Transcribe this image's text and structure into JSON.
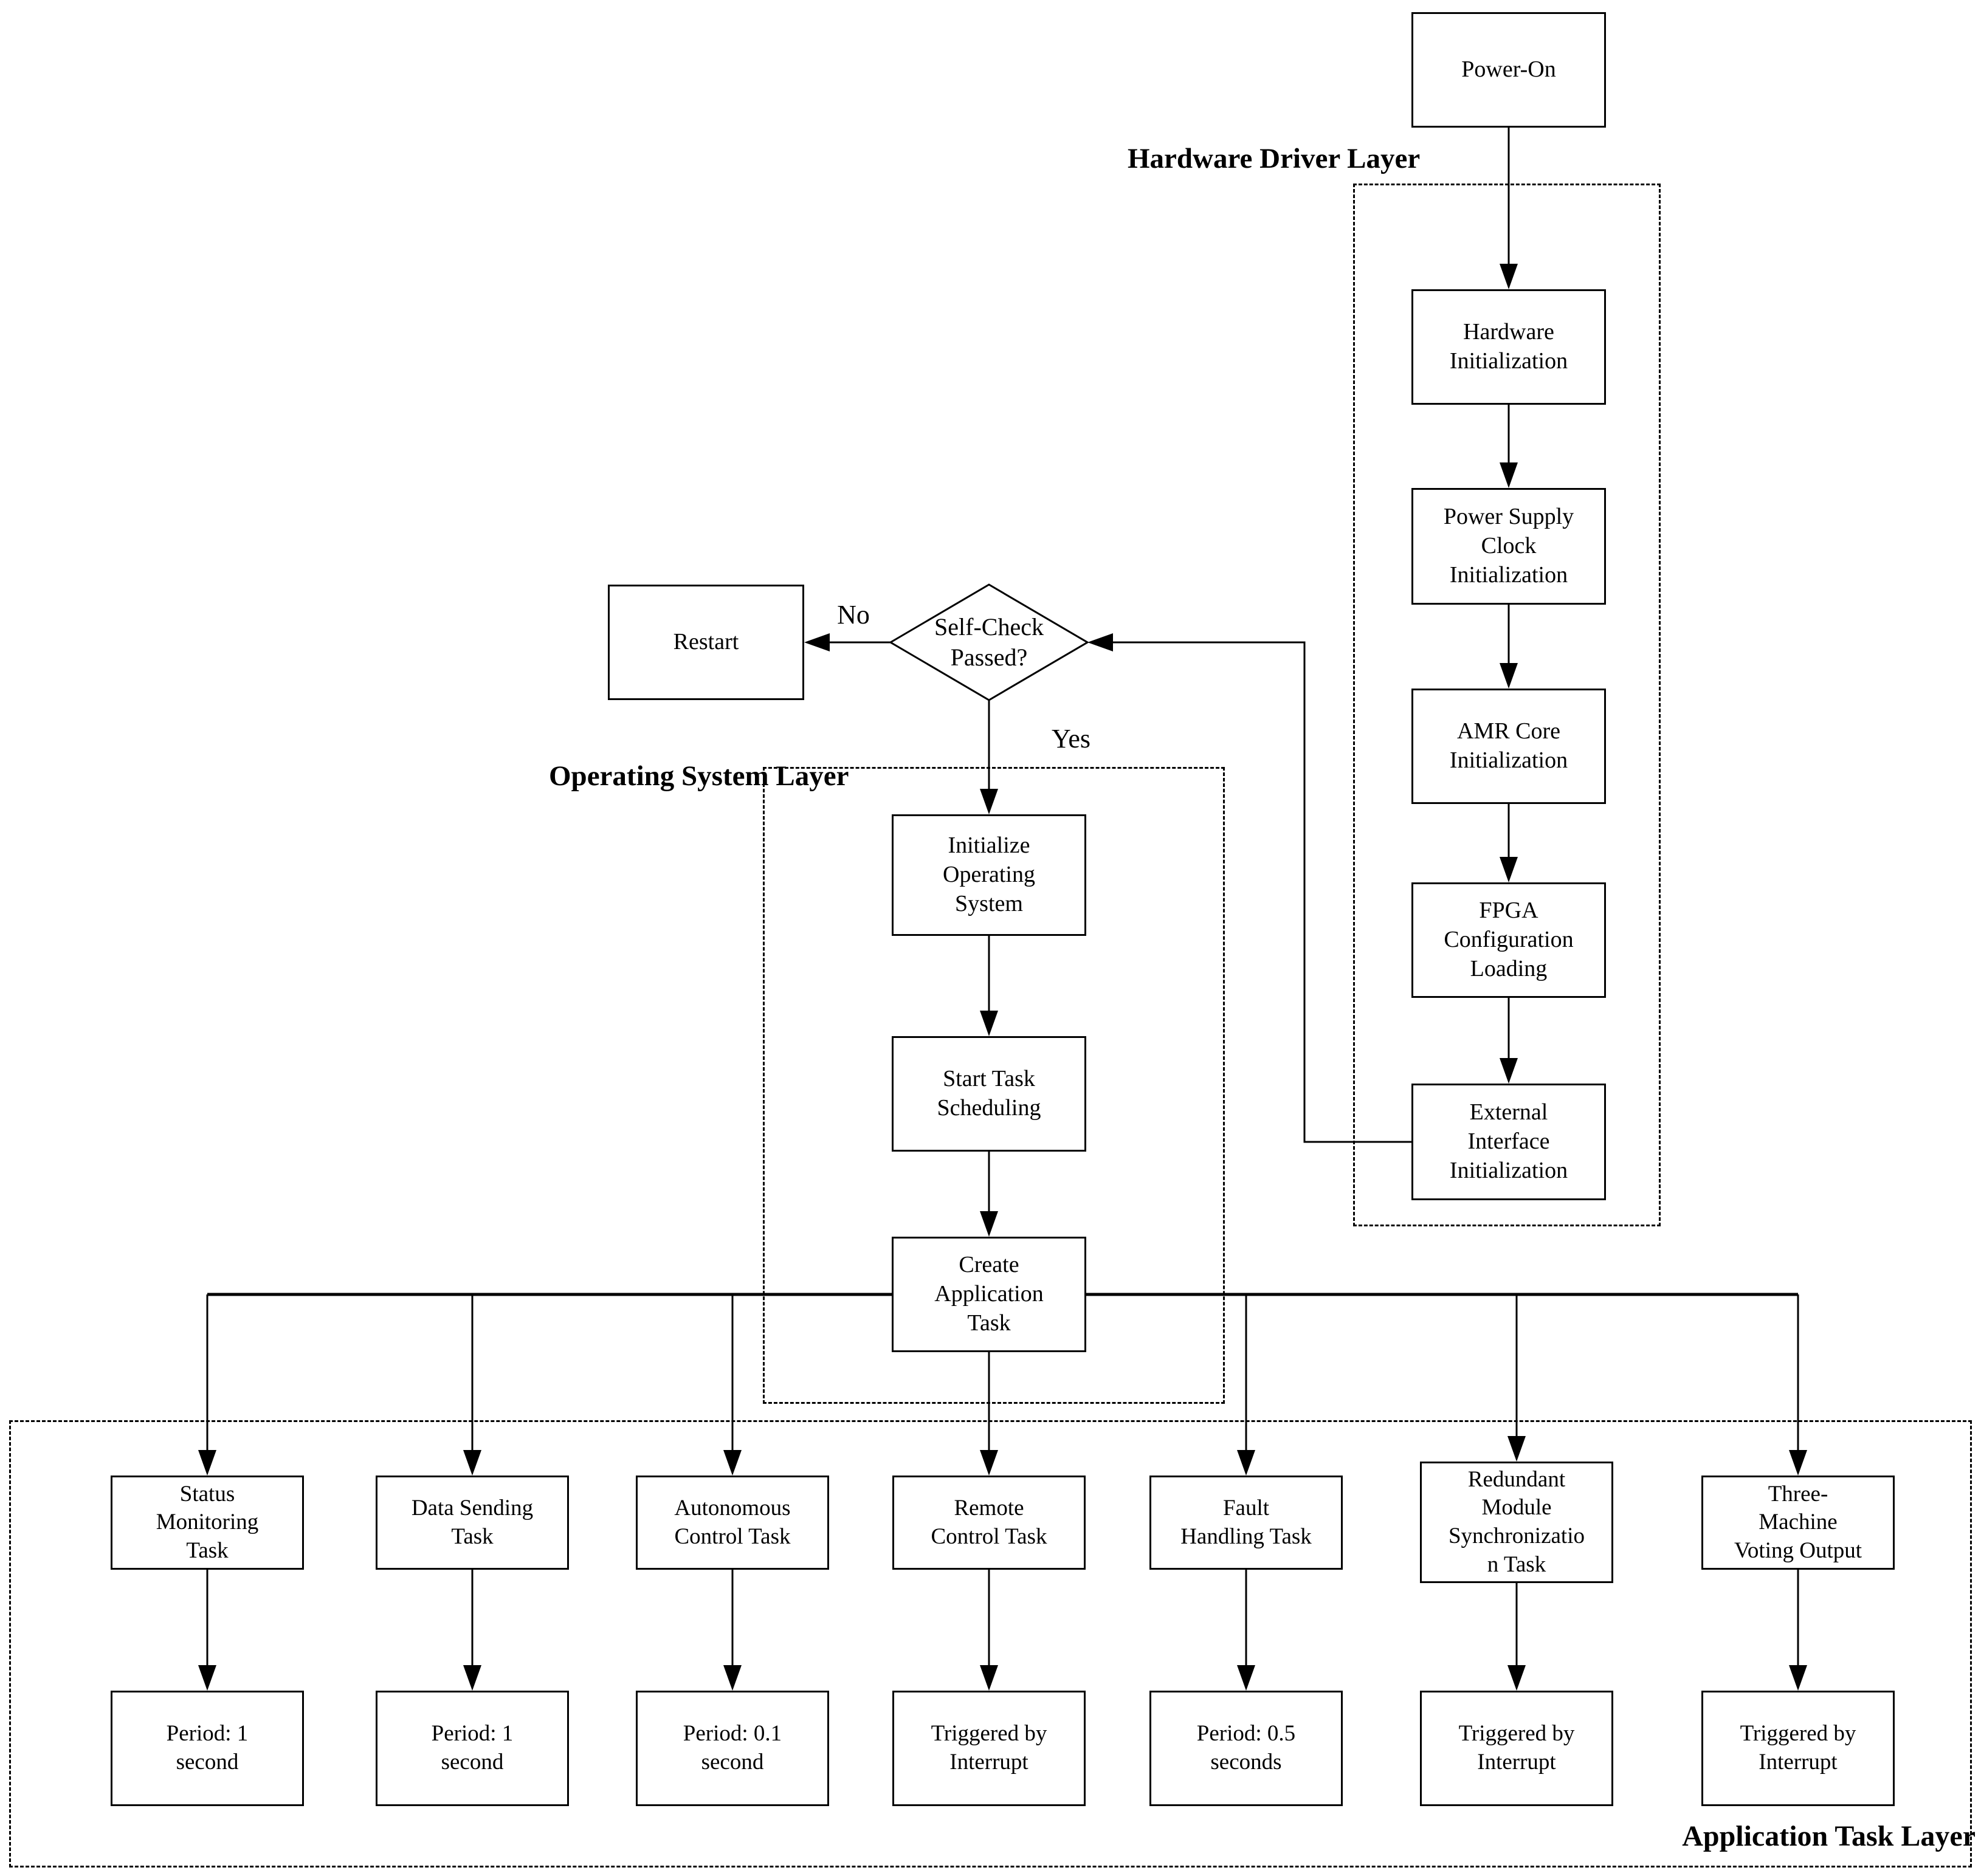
{
  "colors": {
    "line": "#000000",
    "background": "#ffffff",
    "text": "#000000"
  },
  "layers": {
    "hardware": {
      "label": "Hardware Driver Layer"
    },
    "os": {
      "label": "Operating System Layer"
    },
    "app": {
      "label": "Application Task Layer"
    }
  },
  "nodes": {
    "power_on": {
      "label": "Power-On"
    },
    "hardware_initialization": {
      "label": "Hardware\nInitialization"
    },
    "power_supply_clock_initialization": {
      "label": "Power Supply\nClock\nInitialization"
    },
    "amr_core_initialization": {
      "label": "AMR Core\nInitialization"
    },
    "fpga_configuration_loading": {
      "label": "FPGA\nConfiguration\nLoading"
    },
    "external_interface_initialization": {
      "label": "External\nInterface\nInitialization"
    },
    "restart": {
      "label": "Restart"
    },
    "initialize_operating_system": {
      "label": "Initialize\nOperating\nSystem"
    },
    "start_task_scheduling": {
      "label": "Start Task\nScheduling"
    },
    "create_application_task": {
      "label": "Create\nApplication\nTask"
    }
  },
  "decision": {
    "self_check": {
      "label": "Self-Check\nPassed?",
      "no_label": "No",
      "yes_label": "Yes"
    }
  },
  "tasks": [
    {
      "name": "Status\nMonitoring\nTask",
      "schedule": "Period: 1\nsecond"
    },
    {
      "name": "Data Sending\nTask",
      "schedule": "Period: 1\nsecond"
    },
    {
      "name": "Autonomous\nControl Task",
      "schedule": "Period: 0.1\nsecond"
    },
    {
      "name": "Remote\nControl Task",
      "schedule": "Triggered by\nInterrupt"
    },
    {
      "name": "Fault\nHandling Task",
      "schedule": "Period: 0.5\nseconds"
    },
    {
      "name": "Redundant\nModule\nSynchronizatio\nn Task",
      "schedule": "Triggered by\nInterrupt"
    },
    {
      "name": "Three-\nMachine\nVoting Output",
      "schedule": "Triggered by\nInterrupt"
    }
  ]
}
